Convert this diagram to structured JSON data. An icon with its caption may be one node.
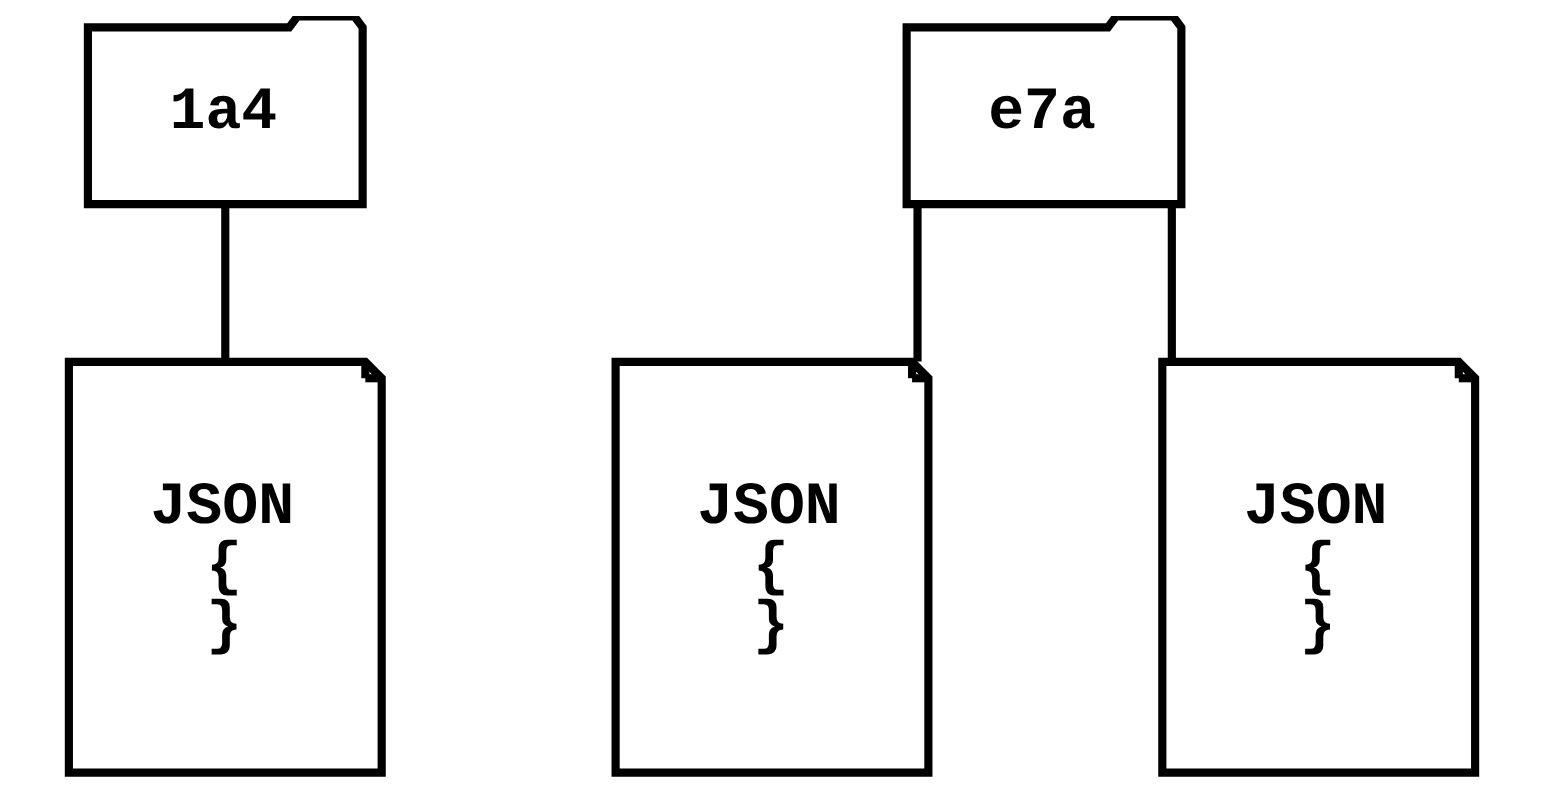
{
  "diagram": {
    "nodes": [
      {
        "text": [
          "1a4"
        ]
      },
      {
        "text": [
          "JSON",
          "{",
          "}"
        ]
      },
      {
        "text": [
          "e7a"
        ]
      },
      {
        "text": [
          "JSON",
          "{",
          "}"
        ]
      },
      {
        "text": [
          "JSON",
          "{",
          "}"
        ]
      }
    ],
    "edges": [
      {
        "from": 0,
        "to": 1,
        "arrow": "none"
      },
      {
        "from": 2,
        "to": 3,
        "arrow": "none"
      },
      {
        "from": 2,
        "to": 4,
        "arrow": "none"
      }
    ]
  }
}
